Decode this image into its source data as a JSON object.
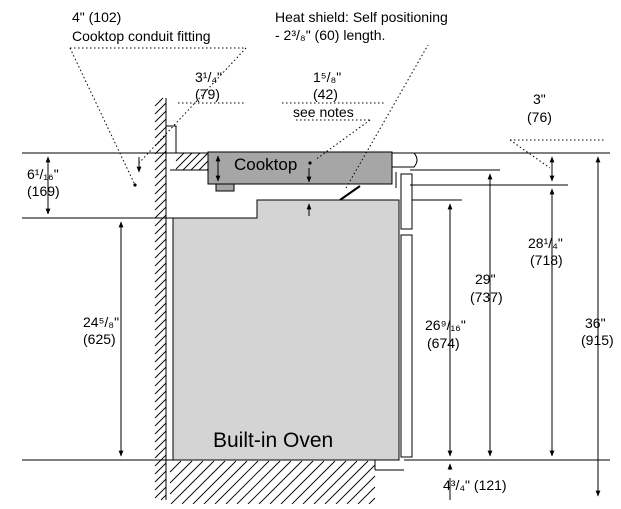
{
  "labels": {
    "conduit_dim": "4\" (102)",
    "conduit_name": "Cooktop conduit fitting",
    "shield_line1": "Heat shield: Self positioning",
    "shield_line2": "- 2³/₈\" (60) length.",
    "d_3_1_4": "3¹/₄\"",
    "d_3_1_4_mm": "(79)",
    "d_1_5_8": "1⁵/₈\"",
    "d_1_5_8_mm": "(42)",
    "see_notes": "see notes",
    "d_3": "3\"",
    "d_3_mm": "(76)",
    "d_6_1_16": "6¹/₁₆\"",
    "d_6_1_16_mm": "(169)",
    "cooktop": "Cooktop",
    "d_28_1_4": "28¹/₄\"",
    "d_28_1_4_mm": "(718)",
    "d_29": "29\"",
    "d_29_mm": "(737)",
    "d_24_5_8": "24⁵/₈\"",
    "d_24_5_8_mm": "(625)",
    "d_26_9_16": "26⁹/₁₆\"",
    "d_26_9_16_mm": "(674)",
    "d_36": "36\"",
    "d_36_mm": "(915)",
    "oven": "Built-in Oven",
    "d_4_3_4": "4³/₄\" (121)"
  },
  "colors": {
    "oven_fill": "#d4d4d4",
    "cooktop_fill": "#a6a6a6",
    "line": "#000000"
  }
}
